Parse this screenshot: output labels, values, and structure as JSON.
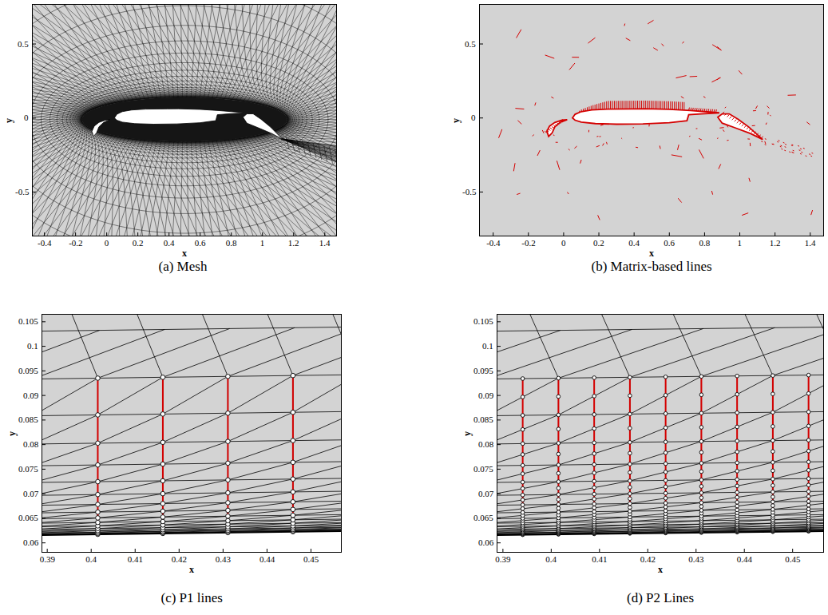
{
  "diagram": {
    "labels": [
      "0.5",
      "0",
      "-0.5",
      "y",
      "-0.4",
      "-0.2",
      "0",
      "0.2",
      "0.4",
      "0.6",
      "0.8",
      "1",
      "1.2",
      "1.4",
      "x",
      "(a) Mesh",
      "0.5",
      "0",
      "-0.5",
      "y",
      "-0.4",
      "-0.2",
      "0",
      "0.2",
      "0.4",
      "0.6",
      "0.8",
      "1",
      "1.2",
      "1.4",
      "x",
      "(b) Matrix-based lines",
      "0.06",
      "0.065",
      "0.07",
      "0.075",
      "0.08",
      "0.085",
      "0.09",
      "0.095",
      "0.1",
      "0.105",
      "y",
      "0.39",
      "0.4",
      "0.41",
      "0.42",
      "0.43",
      "0.44",
      "0.45",
      "x",
      "(c) P1 lines",
      "0.06",
      "0.065",
      "0.07",
      "0.075",
      "0.08",
      "0.085",
      "0.09",
      "0.095",
      "0.1",
      "0.105",
      "y",
      "0.39",
      "0.4",
      "0.41",
      "0.42",
      "0.43",
      "0.44",
      "0.45",
      "x",
      "(d) P2 Lines"
    ]
  }
}
